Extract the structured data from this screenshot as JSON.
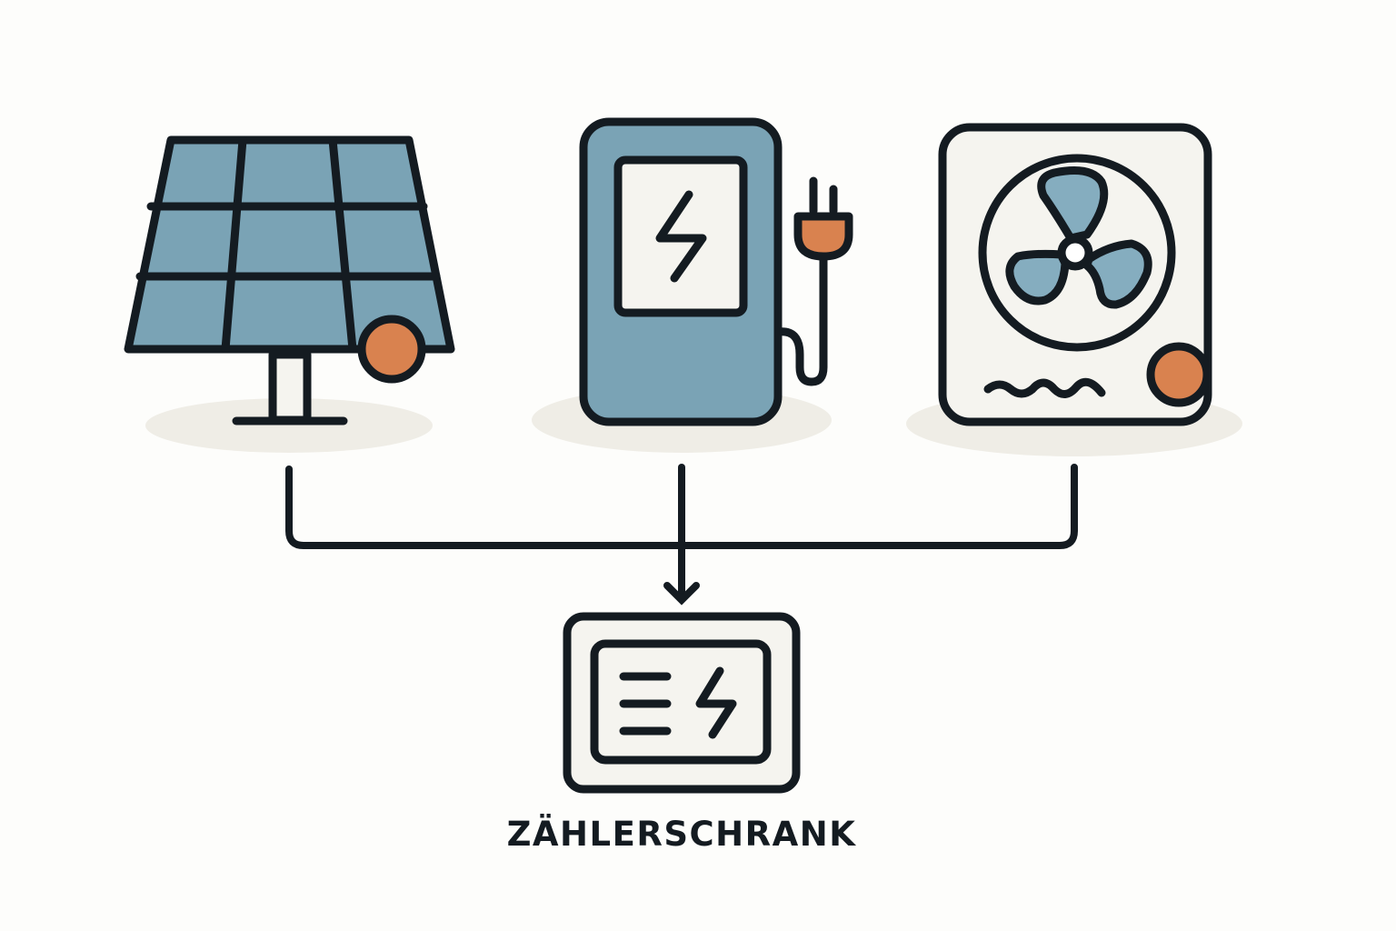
{
  "diagram": {
    "type": "energy-flow",
    "sources": [
      {
        "id": "solar-panel",
        "name": "solar panel",
        "badge": "orange-dot"
      },
      {
        "id": "wallbox",
        "name": "EV charger (wallbox)",
        "accessory": "plug"
      },
      {
        "id": "heat-pump",
        "name": "heat pump",
        "badge": "orange-dot"
      }
    ],
    "target": {
      "id": "meter-cabinet",
      "label": "ZÄHLERSCHRANK"
    },
    "edges": [
      {
        "from": "solar-panel",
        "to": "meter-cabinet"
      },
      {
        "from": "wallbox",
        "to": "meter-cabinet"
      },
      {
        "from": "heat-pump",
        "to": "meter-cabinet"
      }
    ]
  },
  "colors": {
    "stroke": "#141b21",
    "panel_blue": "#7aa3b5",
    "accent_orange": "#d9824f",
    "surface": "#f5f4ef",
    "shadow": "#efede6",
    "background": "#fdfdfb"
  }
}
